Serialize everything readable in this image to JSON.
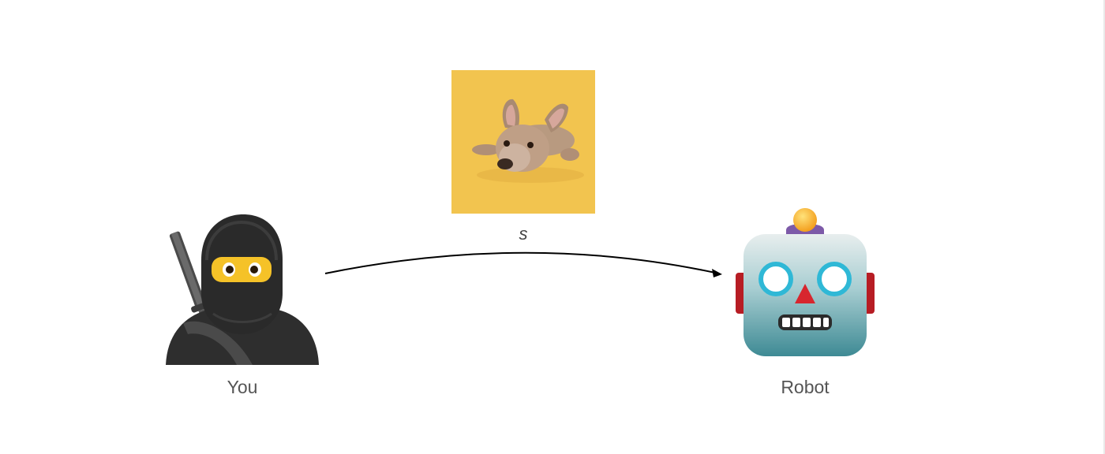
{
  "nodes": {
    "sender": {
      "label": "You",
      "icon": "ninja-icon"
    },
    "receiver": {
      "label": "Robot",
      "icon": "robot-face-icon"
    },
    "message": {
      "label": "s",
      "icon": "dog-photo"
    }
  },
  "edges": [
    {
      "from": "sender",
      "to": "receiver"
    }
  ],
  "colors": {
    "photo_background": "#f2c44f",
    "ninja_body": "#2c2c2c",
    "ninja_eyes": "#f5c228",
    "robot_face": "#8fc2c8",
    "robot_accent": "#c8202a",
    "arrow": "#000000"
  }
}
